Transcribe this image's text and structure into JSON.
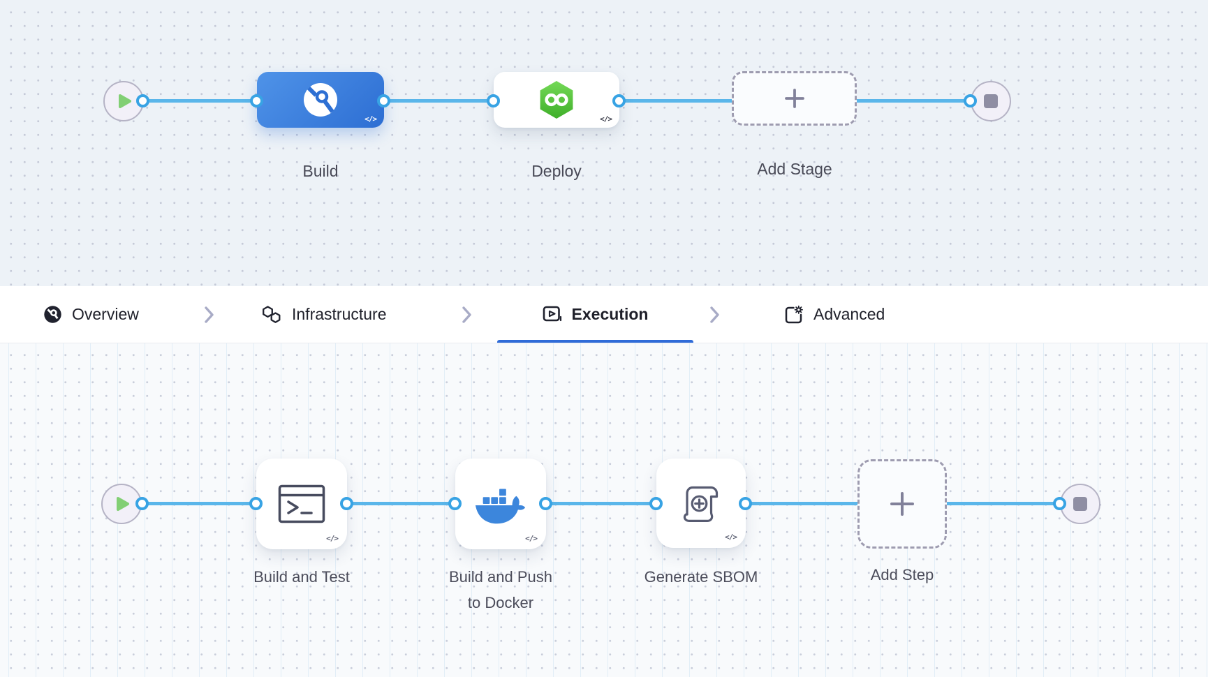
{
  "stage_pipeline": {
    "stages": [
      {
        "name": "Build",
        "kind": "ci"
      },
      {
        "name": "Deploy",
        "kind": "cd"
      }
    ],
    "add_stage_label": "Add Stage",
    "code_toggle_glyph": "</>",
    "plus_glyph": "+"
  },
  "tab_bar": {
    "tabs": [
      {
        "label": "Overview",
        "active": false
      },
      {
        "label": "Infrastructure",
        "active": false
      },
      {
        "label": "Execution",
        "active": true
      },
      {
        "label": "Advanced",
        "active": false
      }
    ]
  },
  "step_pipeline": {
    "steps": [
      {
        "name": "Build and Test",
        "kind": "terminal"
      },
      {
        "name": "Build and Push to Docker",
        "name_lines": [
          "Build and Push",
          "to Docker"
        ],
        "kind": "docker"
      },
      {
        "name": "Generate SBOM",
        "kind": "sbom"
      }
    ],
    "add_step_label": "Add Step",
    "code_toggle_glyph": "</>",
    "plus_glyph": "+"
  },
  "colors": {
    "connector_blue": "#5AB6EA",
    "connector_dot_border": "#38A3E4",
    "stage_blue_gradient_start": "#4F93E8",
    "stage_blue_gradient_end": "#2D6ED3",
    "cd_green": "#52C234",
    "docker_blue": "#3C86DC",
    "play_green": "#82CF74",
    "active_tab_underline": "#2F6BD8",
    "canvas_top_bg": "#EDF2F7",
    "canvas_bottom_bg": "#F8FAFC",
    "node_circle_bg": "#F2F0F8",
    "node_circle_border": "#B5B3C5",
    "label_text": "#494A57",
    "tab_text": "#1E1F29"
  }
}
